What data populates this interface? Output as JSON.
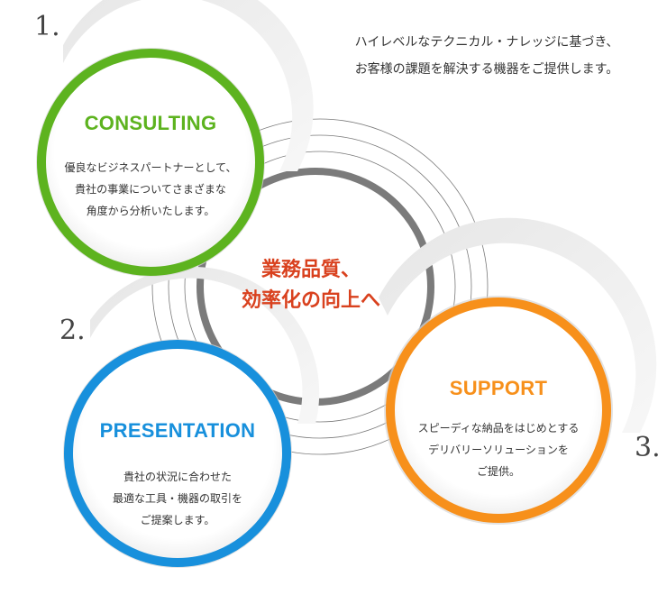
{
  "intro": {
    "lines": [
      "ハイレベルなテクニカル・ナレッジに基づき、",
      "お客様の課題を解決する機器をご提供します。"
    ]
  },
  "center": {
    "lines": [
      "業務品質、",
      "効率化の向上へ"
    ],
    "color": "#d9411e"
  },
  "steps": [
    {
      "number": "1.",
      "title": "CONSULTING",
      "color": "#5db31f",
      "body": [
        "優良なビジネスパートナーとして、",
        "貴社の事業についてさまざまな",
        "角度から分析いたします。"
      ]
    },
    {
      "number": "2.",
      "title": "PRESENTATION",
      "color": "#1890dc",
      "body": [
        "貴社の状況に合わせた",
        "最適な工具・機器の取引を",
        "ご提案します。"
      ]
    },
    {
      "number": "3.",
      "title": "SUPPORT",
      "color": "#f7901b",
      "body": [
        "スピーディな納品をはじめとする",
        "デリバリーソリューションを",
        "ご提供。"
      ]
    }
  ]
}
